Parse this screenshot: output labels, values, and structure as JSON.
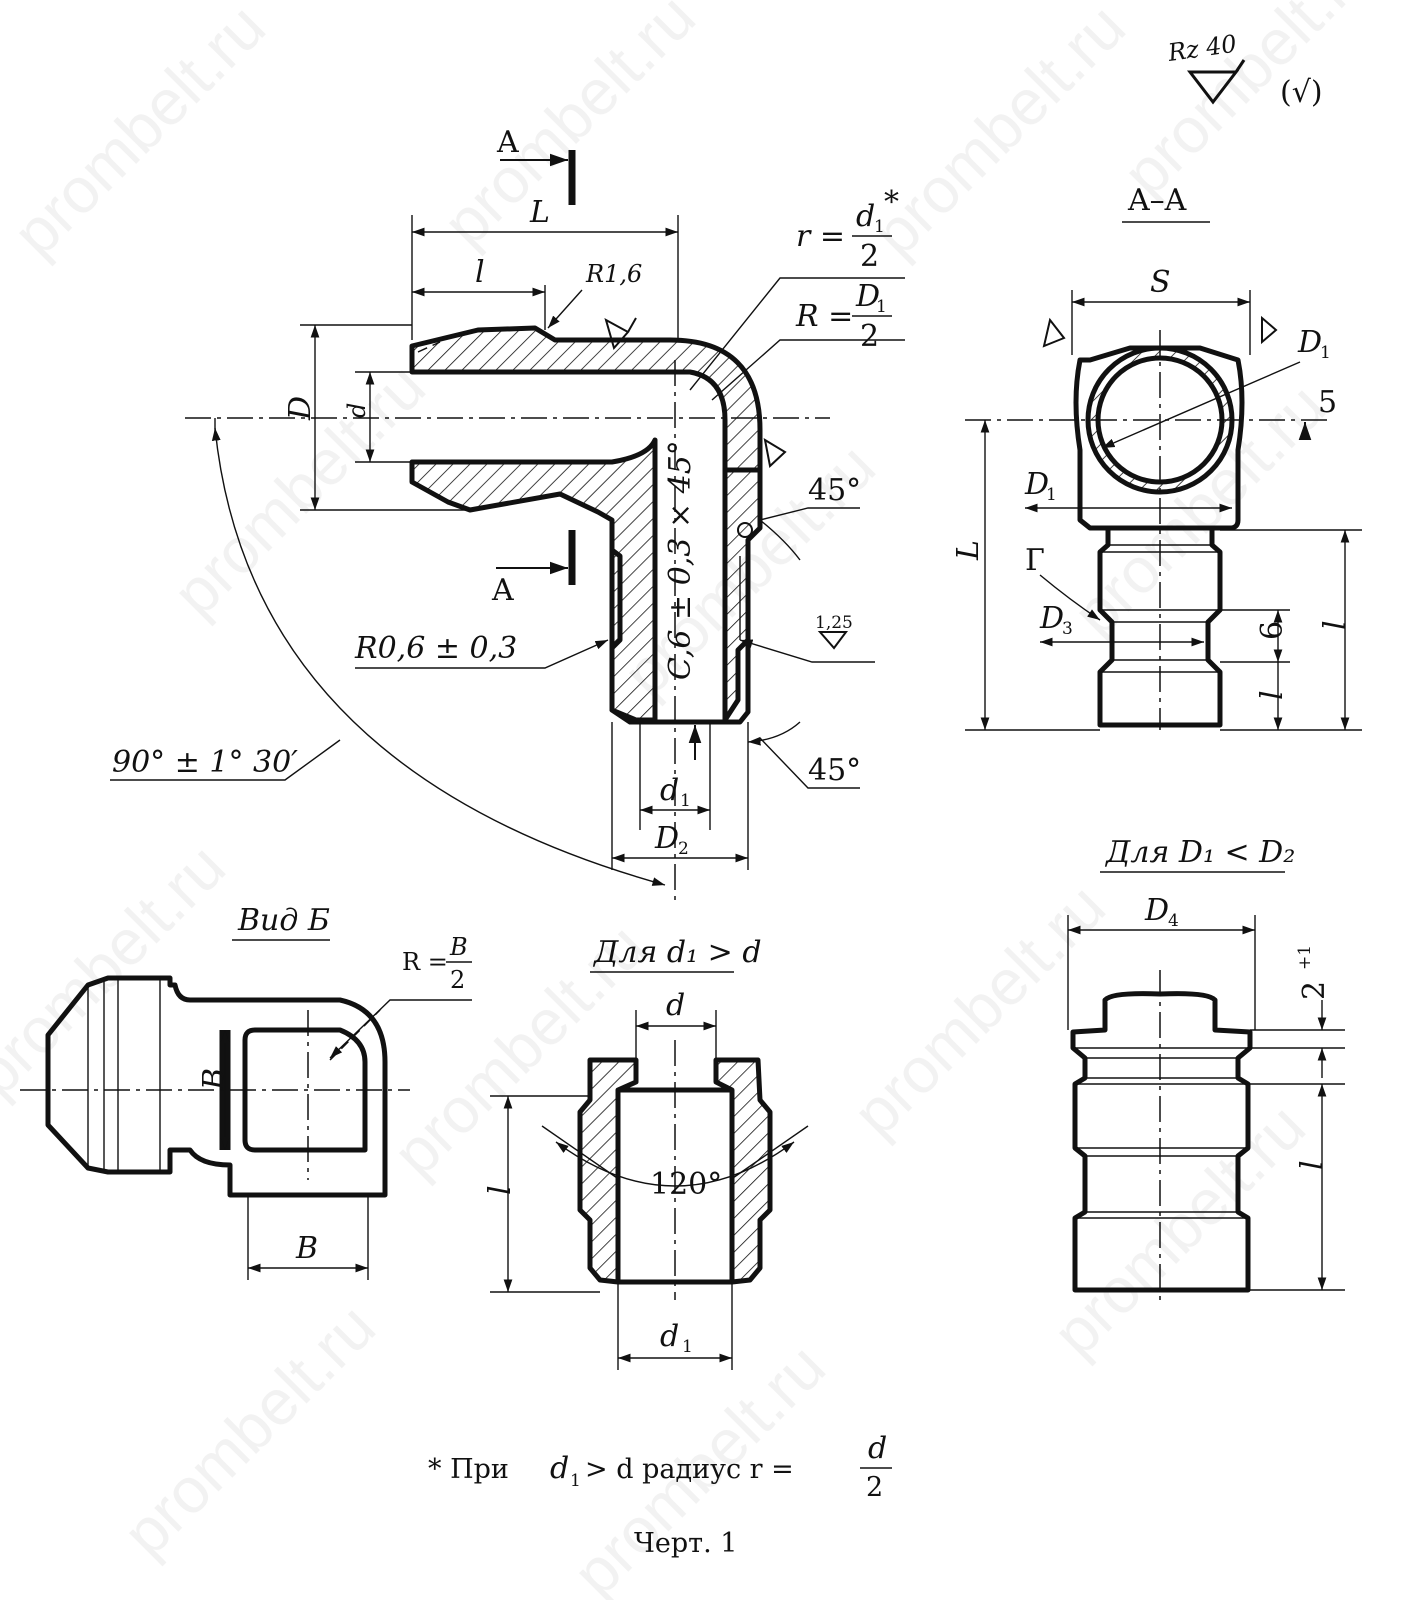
{
  "roughness": {
    "general_symbol": "Rz 40",
    "general_symbol_bracket": "(√)",
    "rough_125": "1,25"
  },
  "main_view": {
    "section_letter_top": "A",
    "section_letter_bottom": "A",
    "dim_L": "L",
    "dim_l": "l",
    "dim_D": "D",
    "dim_d": "d",
    "radius_R16": "R1,6",
    "radius_r_left": "r =",
    "radius_r_num": "d",
    "radius_r_den": "2",
    "radius_R_left": "R =",
    "radius_R_num": "D",
    "radius_R_den": "2",
    "chamfer": "C,6 ± 0,3 × 45°",
    "radius_R06": "R0,6 ± 0,3",
    "angle_45_top": "45°",
    "angle_45_bottom": "45°",
    "angle_90": "90° ± 1° 30′",
    "dim_d1": "d",
    "dim_D2": "D"
  },
  "section_aa": {
    "title": "A–A",
    "dim_S": "S",
    "dim_D1_top": "D",
    "dim_D1_mid": "D",
    "dim_5": "5",
    "dim_L1": "L",
    "label_G": "Г",
    "dim_D3": "D",
    "dim_6": "6",
    "dim_l1": "l",
    "dim_l2": "l"
  },
  "view_b": {
    "title": "Вид Б",
    "radius_left": "R =",
    "radius_num": "B",
    "radius_den": "2",
    "dim_B_vertical": "B",
    "dim_B_horizontal": "B"
  },
  "d1_gt_d": {
    "title": "Для d₁ > d",
    "dim_d": "d",
    "dim_l3": "l",
    "angle_120": "120°",
    "dim_d1": "d"
  },
  "d1_lt_d2": {
    "title": "Для D₁ < D₂",
    "dim_D4": "D",
    "dim_2p1": "2",
    "dim_l1": "l"
  },
  "footnote": {
    "text_before": "* При",
    "var_a": "d",
    "text_mid": "> d  радиус  r =",
    "frac_num": "d",
    "frac_den": "2"
  },
  "caption": "Черт. 1",
  "watermark": "prombelt.ru"
}
